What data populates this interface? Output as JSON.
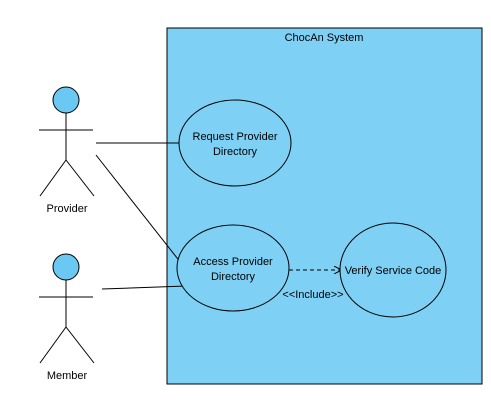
{
  "system": {
    "title": "ChocAn System",
    "fill": "#7ED0F5"
  },
  "actors": [
    {
      "id": "provider",
      "label": "Provider",
      "head_fill": "#6BC8F2"
    },
    {
      "id": "member",
      "label": "Member",
      "head_fill": "#6BC8F2"
    }
  ],
  "use_cases": [
    {
      "id": "request-provider-directory",
      "lines": [
        "Request Provider",
        "Directory"
      ]
    },
    {
      "id": "access-provider-directory",
      "lines": [
        "Access Provider",
        "Directory"
      ]
    },
    {
      "id": "verify-service-code",
      "lines": [
        "Verify Service Code"
      ]
    }
  ],
  "relationships": [
    {
      "from": "provider",
      "to": "request-provider-directory",
      "type": "association"
    },
    {
      "from": "provider",
      "to": "access-provider-directory",
      "type": "association"
    },
    {
      "from": "member",
      "to": "access-provider-directory",
      "type": "association"
    },
    {
      "from": "access-provider-directory",
      "to": "verify-service-code",
      "type": "include",
      "label": "<<Include>>"
    }
  ]
}
